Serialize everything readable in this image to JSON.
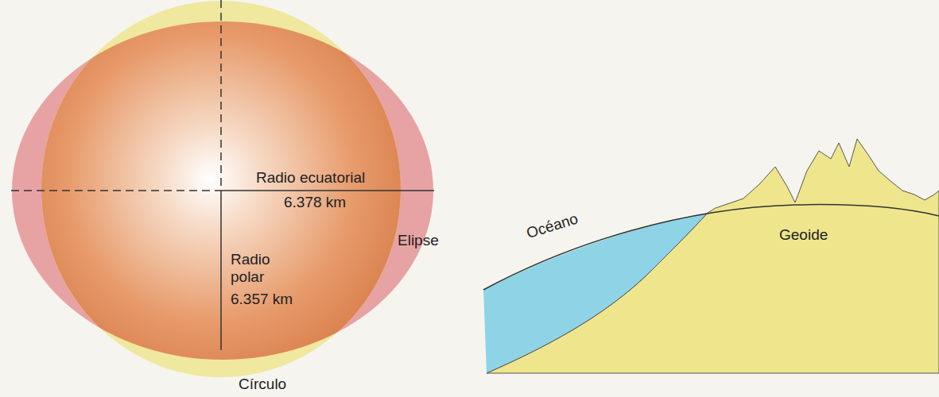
{
  "diagram": {
    "labels": [
      "Radio ecuatorial",
      "6.378 km",
      "Radio polar",
      "6.357 km",
      "Elipse",
      "Círculo",
      "Océano",
      "Geoide"
    ]
  }
}
